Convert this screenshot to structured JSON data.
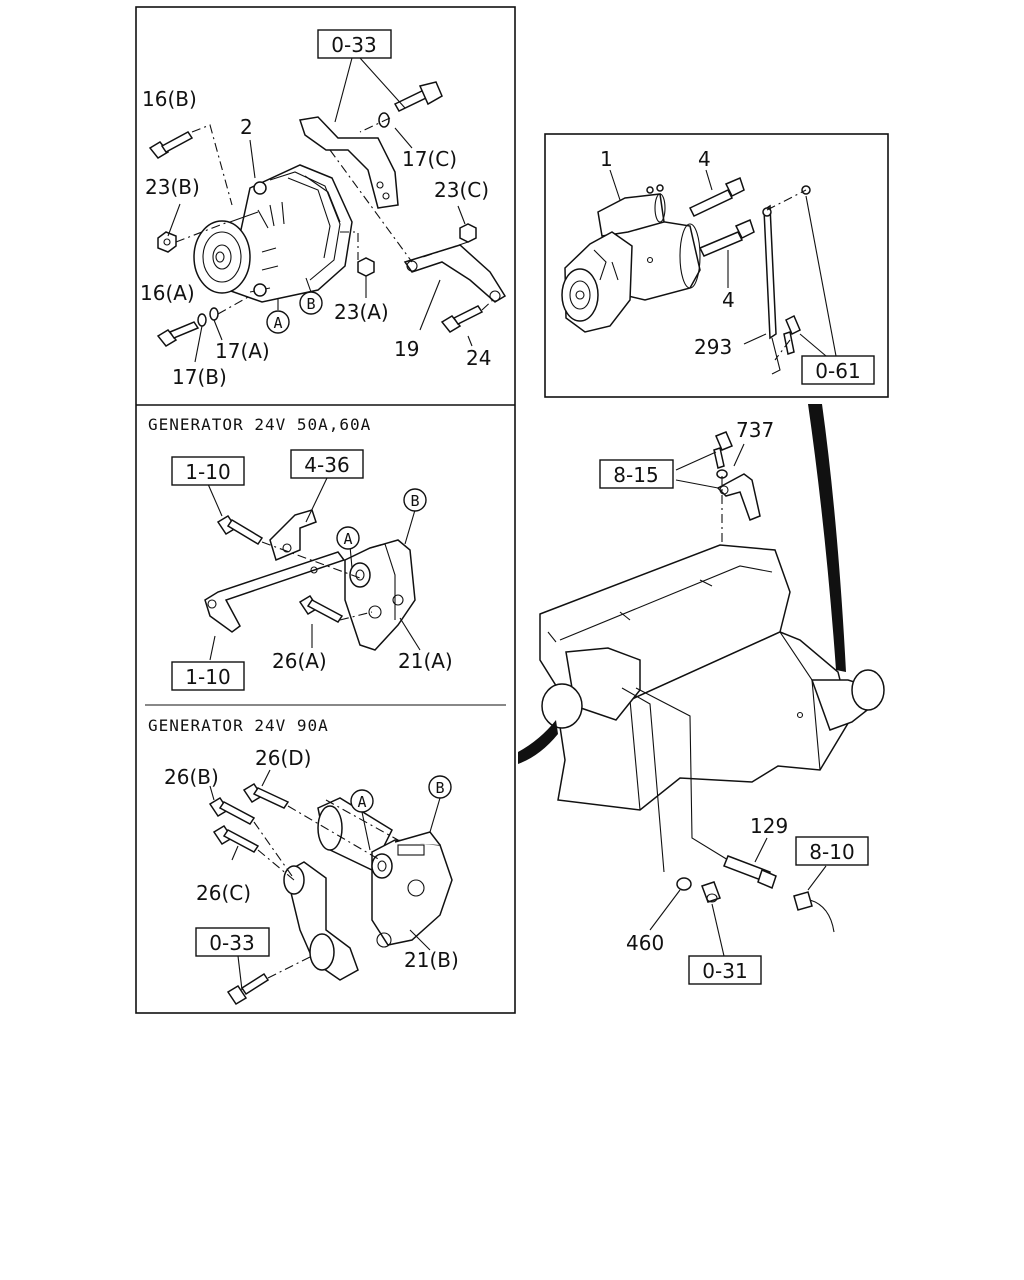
{
  "panels": {
    "generator_headers": {
      "g50": "GENERATOR 24V 50A,60A",
      "g90": "GENERATOR 24V 90A"
    }
  },
  "refs": {
    "r_033_a": "0-33",
    "r_110_a": "1-10",
    "r_436": "4-36",
    "r_110_b": "1-10",
    "r_033_b": "0-33",
    "r_061": "0-61",
    "r_815": "8-15",
    "r_810": "8-10",
    "r_031": "0-31"
  },
  "labels": {
    "l_16b": "16(B)",
    "l_2": "2",
    "l_17c": "17(C)",
    "l_23b": "23(B)",
    "l_23c": "23(C)",
    "l_16a": "16(A)",
    "l_23a": "23(A)",
    "l_17a": "17(A)",
    "l_17b": "17(B)",
    "l_19": "19",
    "l_24": "24",
    "l_26a": "26(A)",
    "l_21a": "21(A)",
    "l_26b": "26(B)",
    "l_26d": "26(D)",
    "l_26c": "26(C)",
    "l_21b": "21(B)",
    "l_1": "1",
    "l_4a": "4",
    "l_4b": "4",
    "l_293": "293",
    "l_737": "737",
    "l_129": "129",
    "l_460": "460"
  },
  "markers": {
    "m_a1": "A",
    "m_b1": "B",
    "m_a2": "A",
    "m_b2": "B",
    "m_a3": "A",
    "m_b3": "B"
  }
}
